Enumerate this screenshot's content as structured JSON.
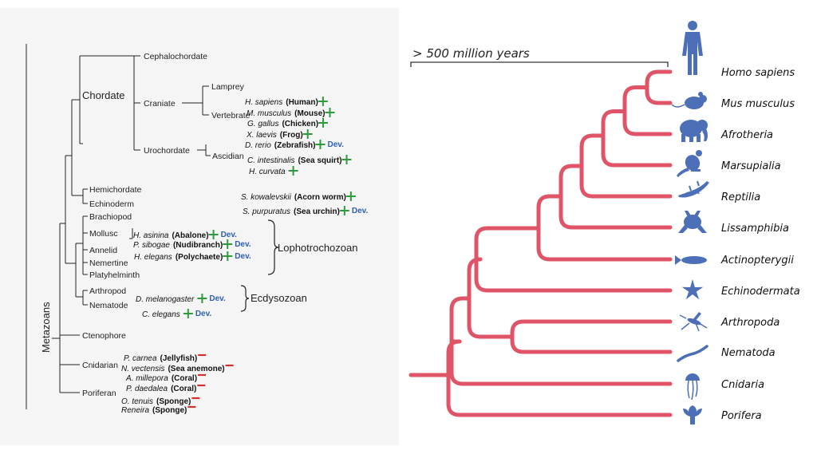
{
  "left_tree": {
    "root_label": "Metazoans",
    "groups": {
      "chordate": "Chordate",
      "cephalochordate": "Cephalochordate",
      "craniate": "Craniate",
      "lamprey": "Lamprey",
      "vertebrate": "Vertebrate",
      "urochordate": "Urochordate",
      "ascidian": "Ascidian",
      "hemichordate": "Hemichordate",
      "echinoderm": "Echinoderm",
      "brachiopod": "Brachiopod",
      "mollusc": "Mollusc",
      "annelid": "Annelid",
      "nemertine": "Nemertine",
      "platyhelminth": "Platyhelminth",
      "arthropod": "Arthropod",
      "nematode": "Nematode",
      "ctenophore": "Ctenophore",
      "cnidarian": "Cnidarian",
      "poriferan": "Poriferan",
      "lophotrochozoan": "Lophotrochozoan",
      "ecdysozoan": "Ecdysozoan"
    },
    "species": [
      {
        "sci": "H. sapiens",
        "common": "(Human)",
        "mark": "+",
        "dev": ""
      },
      {
        "sci": "M. musculus",
        "common": "(Mouse)",
        "mark": "+",
        "dev": ""
      },
      {
        "sci": "G. gallus",
        "common": "(Chicken)",
        "mark": "+",
        "dev": ""
      },
      {
        "sci": "X. laevis",
        "common": "(Frog)",
        "mark": "+",
        "dev": ""
      },
      {
        "sci": "D. rerio",
        "common": "(Zebrafish)",
        "mark": "+",
        "dev": "Dev."
      },
      {
        "sci": "C. intestinalis",
        "common": "(Sea squirt)",
        "mark": "+",
        "dev": ""
      },
      {
        "sci": "H. curvata",
        "common": "",
        "mark": "+",
        "dev": ""
      },
      {
        "sci": "S. kowalevskii",
        "common": "(Acorn worm)",
        "mark": "+",
        "dev": ""
      },
      {
        "sci": "S. purpuratus",
        "common": "(Sea urchin)",
        "mark": "+",
        "dev": "Dev."
      },
      {
        "sci": "H. asinina",
        "common": "(Abalone)",
        "mark": "+",
        "dev": "Dev."
      },
      {
        "sci": "P. sibogae",
        "common": "(Nudibranch)",
        "mark": "+",
        "dev": "Dev."
      },
      {
        "sci": "H. elegans",
        "common": "(Polychaete)",
        "mark": "+",
        "dev": "Dev."
      },
      {
        "sci": "D. melanogaster",
        "common": "",
        "mark": "+",
        "dev": "Dev."
      },
      {
        "sci": "C. elegans",
        "common": "",
        "mark": "+",
        "dev": "Dev."
      },
      {
        "sci": "P. carnea",
        "common": "(Jellyfish)",
        "mark": "−",
        "dev": ""
      },
      {
        "sci": "N. vectensis",
        "common": "(Sea anemone)",
        "mark": "−",
        "dev": ""
      },
      {
        "sci": "A. millepora",
        "common": "(Coral)",
        "mark": "−",
        "dev": ""
      },
      {
        "sci": "P. daedalea",
        "common": "(Coral)",
        "mark": "−",
        "dev": ""
      },
      {
        "sci": "O. tenuis",
        "common": "(Sponge)",
        "mark": "−",
        "dev": ""
      },
      {
        "sci": "Reneira",
        "common": "(Sponge)",
        "mark": "−",
        "dev": ""
      }
    ]
  },
  "right_tree": {
    "scale_label": "> 500 million years",
    "taxa": [
      "Homo sapiens",
      "Mus musculus",
      "Afrotheria",
      "Marsupialia",
      "Reptilia",
      "Lissamphibia",
      "Actinopterygii",
      "Echinodermata",
      "Arthropoda",
      "Nematoda",
      "Cnidaria",
      "Porifera"
    ],
    "icons": [
      "human-icon",
      "mouse-icon",
      "elephant-icon",
      "kangaroo-icon",
      "lizard-icon",
      "frog-icon",
      "fish-icon",
      "starfish-icon",
      "mosquito-icon",
      "worm-icon",
      "jellyfish-icon",
      "sponge-icon"
    ]
  },
  "colors": {
    "plus": "#2e9a3e",
    "minus": "#d32f2f",
    "dev": "#2f5fb3",
    "branch": "#e05468",
    "icon": "#4d6fb8"
  }
}
